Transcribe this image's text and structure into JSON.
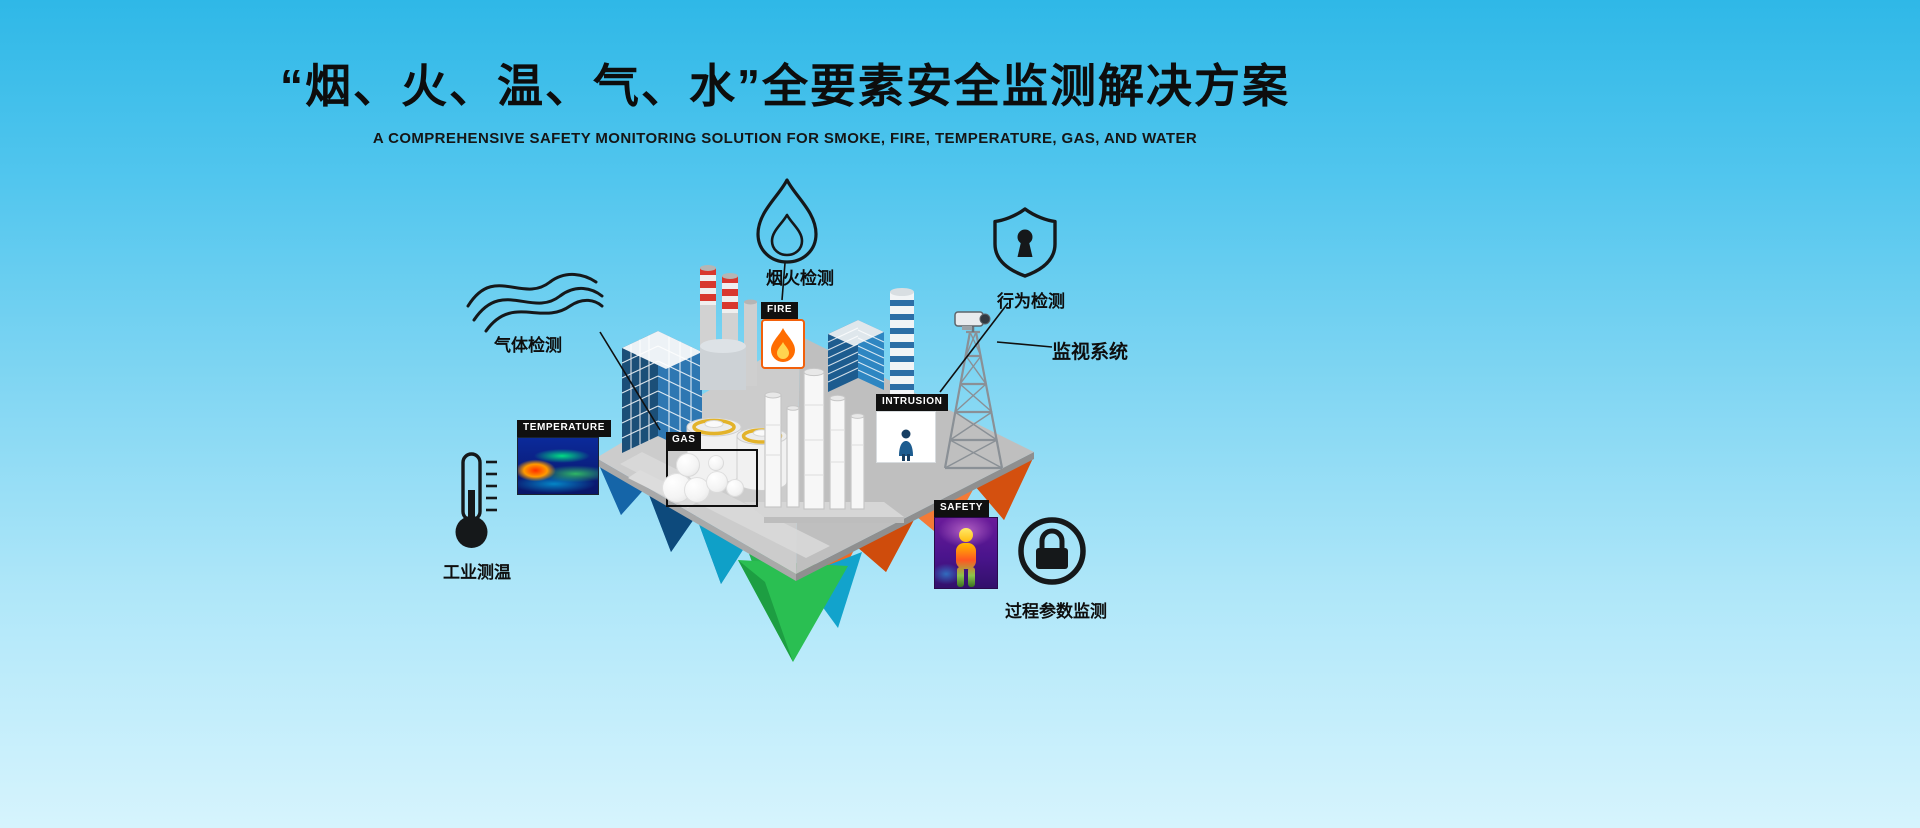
{
  "header": {
    "title": "“烟、火、温、气、水”全要素安全监测解决方案",
    "subtitle": "A COMPREHENSIVE SAFETY MONITORING SOLUTION FOR SMOKE, FIRE, TEMPERATURE, GAS, AND WATER"
  },
  "callouts": {
    "smoke_fire_label": "烟火检测",
    "behavior_label": "行为检测",
    "surveillance_label": "监视系统",
    "gas_label": "气体检测",
    "temperature_label": "工业测温",
    "process_label": "过程参数监测"
  },
  "thumbnails": {
    "temperature_tag": "TEMPERATURE",
    "fire_tag": "FIRE",
    "gas_tag": "GAS",
    "intrusion_tag": "INTRUSION",
    "safety_tag": "SAFETY"
  },
  "icons": {
    "gas_waves": "gas-waves-icon",
    "flame": "flame-outline-icon",
    "shield_keyhole": "shield-keyhole-icon",
    "thermometer": "thermometer-icon",
    "lock": "lock-circle-icon",
    "camera": "cctv-camera-icon"
  },
  "colors": {
    "background_top": "#2fb8e7",
    "background_bottom": "#d6f4fd",
    "text": "#101010",
    "tag_background": "#101010",
    "tag_text": "#ffffff",
    "platform_gray": "#c6c6c6",
    "island_orange": "#ed6320",
    "island_blue": "#1b6fb5",
    "island_teal": "#0fa0c8",
    "island_green": "#27b34f",
    "stripe_red": "#d8382e",
    "tank_ring_yellow": "#e3b32a",
    "fire_orange": "#ff6d00"
  }
}
